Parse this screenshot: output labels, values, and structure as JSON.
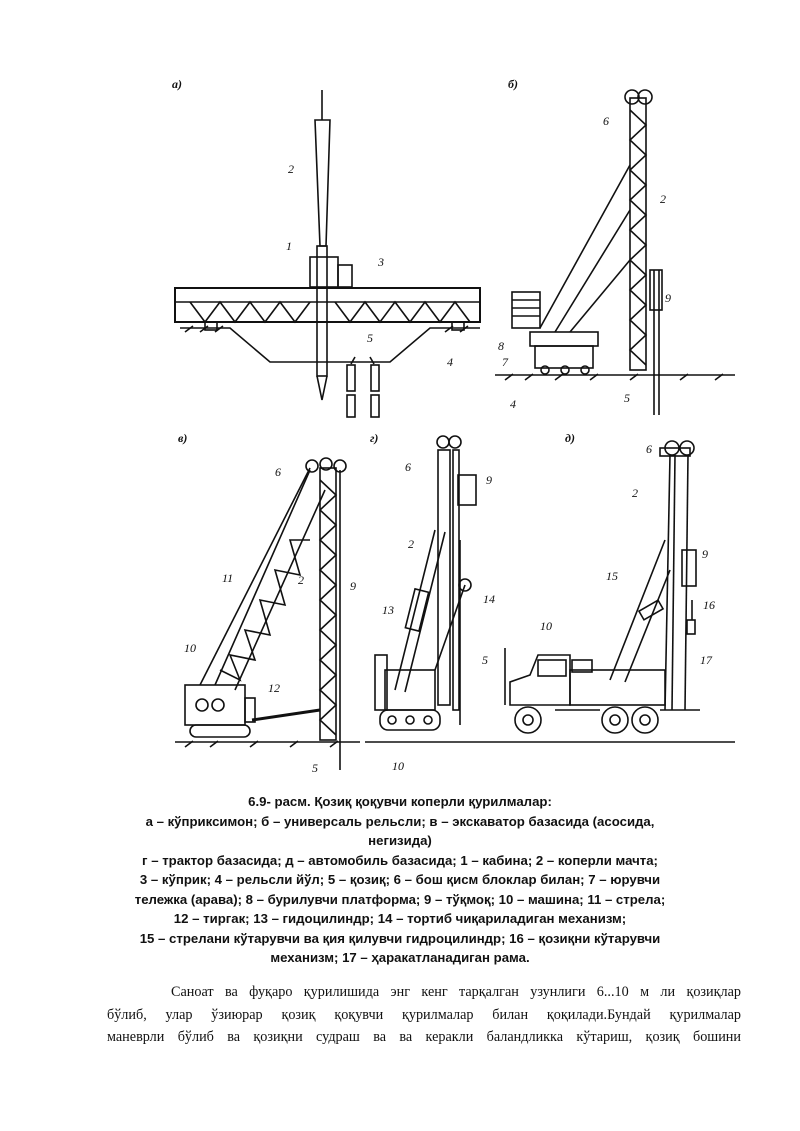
{
  "figure": {
    "panel_labels": [
      "а)",
      "б)",
      "в)",
      "г)",
      "д)"
    ],
    "panel_a_numbers": [
      "2",
      "1",
      "3",
      "5",
      "4"
    ],
    "panel_b_numbers": [
      "6",
      "2",
      "9",
      "8",
      "7",
      "4",
      "5"
    ],
    "panel_v_numbers": [
      "6",
      "11",
      "2",
      "9",
      "10",
      "12",
      "5"
    ],
    "panel_g_numbers": [
      "6",
      "9",
      "2",
      "13",
      "14",
      "5",
      "10"
    ],
    "panel_d_numbers": [
      "6",
      "2",
      "9",
      "15",
      "16",
      "10",
      "17"
    ]
  },
  "caption": {
    "lines": [
      "6.9- расм.  Қозиқ қоқувчи коперли қурилмалар:",
      "а – кўприксимон; б – универсаль рельсли; в – экскаватор базасида (асосида,",
      "негизида)",
      "г – трактор базасида; д – автомобиль базасида; 1 – кабина; 2 – коперли мачта;",
      "3 – кўприк; 4 – рельсли йўл; 5 – қозиқ; 6 – бош қисм блоклар билан; 7 – юрувчи",
      "тележка (арава); 8 – бурилувчи платформа; 9 – тўқмоқ; 10 – машина; 11 – стрела;",
      "12 – тиргак; 13 – гидоцилиндр; 14 – тортиб чиқариладиган механизм;",
      "15 – стрелани кўтарувчи ва қия қилувчи гидроцилиндр; 16 – қозиқни кўтарувчи",
      "механизм; 17 – ҳаракатланадиган рама."
    ]
  },
  "body": {
    "lines": [
      "Саноат ва фуқаро қурилишида  энг кенг тарқалган узунлиги 6...10 м ли қозиқлар",
      "бўлиб, улар ўзиюрар қозиқ қоқувчи қурилмалар билан қоқилади.Бундай қурилмалар",
      "маневрли бўлиб ва қозиқни судраш ва ва керакли баландликка кўтариш, қозиқ бошини"
    ]
  }
}
